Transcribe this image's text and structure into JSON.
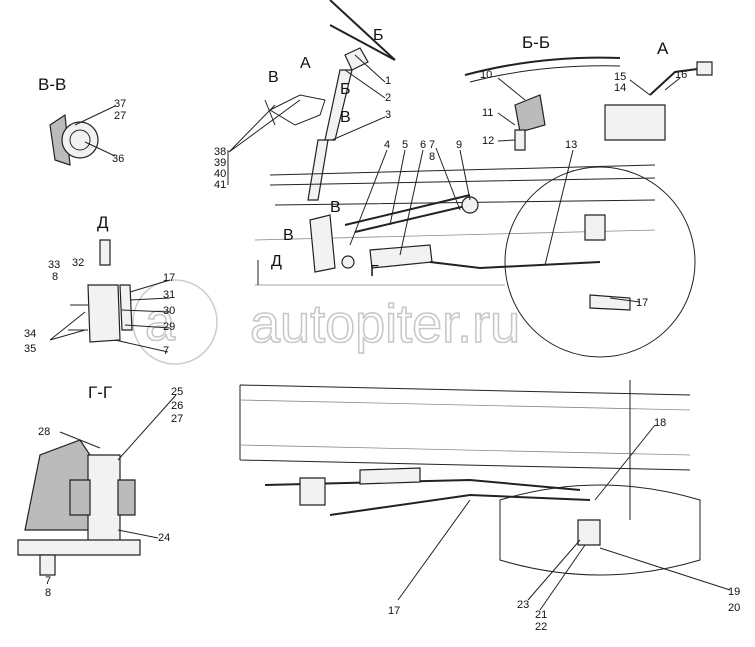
{
  "section_titles": {
    "vv": "В-В",
    "bb": "Б-Б",
    "a": "А",
    "d": "Д",
    "gg": "Г-Г"
  },
  "markers": {
    "b1": "Б",
    "a1": "А",
    "v1": "В",
    "b2": "Б",
    "v2": "В",
    "v3": "В",
    "v4": "В",
    "d1": "Д",
    "g1": "Г"
  },
  "callouts": {
    "n1": "1",
    "n2": "2",
    "n3": "3",
    "n38": "38",
    "n39": "39",
    "n40": "40",
    "n41": "41",
    "n4": "4",
    "n5": "5",
    "n6": "6",
    "n7a": "7",
    "n8a": "8",
    "n9": "9",
    "n13": "13",
    "n10": "10",
    "n11": "11",
    "n12": "12",
    "n15": "15",
    "n14": "14",
    "n16": "16",
    "n37": "37",
    "n27a": "27",
    "n36": "36",
    "n33": "33",
    "n8b": "8",
    "n32": "32",
    "n17a": "17",
    "n31": "31",
    "n30": "30",
    "n29": "29",
    "n34": "34",
    "n35": "35",
    "n7b": "7",
    "n25": "25",
    "n26": "26",
    "n27b": "27",
    "n28": "28",
    "n24": "24",
    "n7c": "7",
    "n8c": "8",
    "n17b": "17",
    "n18": "18",
    "n17c": "17",
    "n23": "23",
    "n21": "21",
    "n22": "22",
    "n19": "19",
    "n20": "20"
  },
  "watermark": "autopiter.ru"
}
